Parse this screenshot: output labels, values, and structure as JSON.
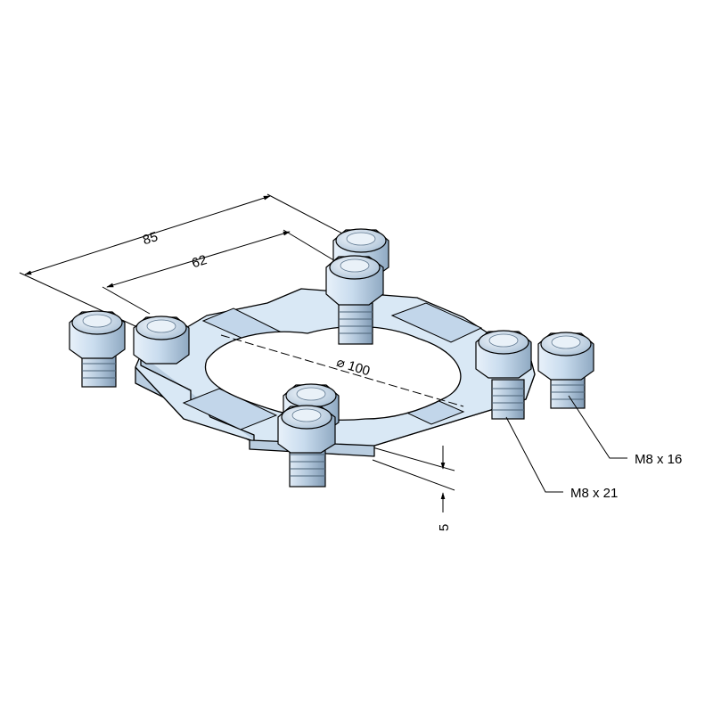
{
  "dimensions": {
    "width_outer": "85",
    "width_inner": "62",
    "diameter": "⌀ 100",
    "thickness": "5"
  },
  "callouts": {
    "screw_long": "M8 x 21",
    "screw_short": "M8 x 16"
  },
  "colors": {
    "metal_light": "#d9e8f5",
    "metal_mid": "#b9cde0",
    "metal_dark": "#8fa9c2",
    "outline": "#000000",
    "background": "#ffffff"
  }
}
